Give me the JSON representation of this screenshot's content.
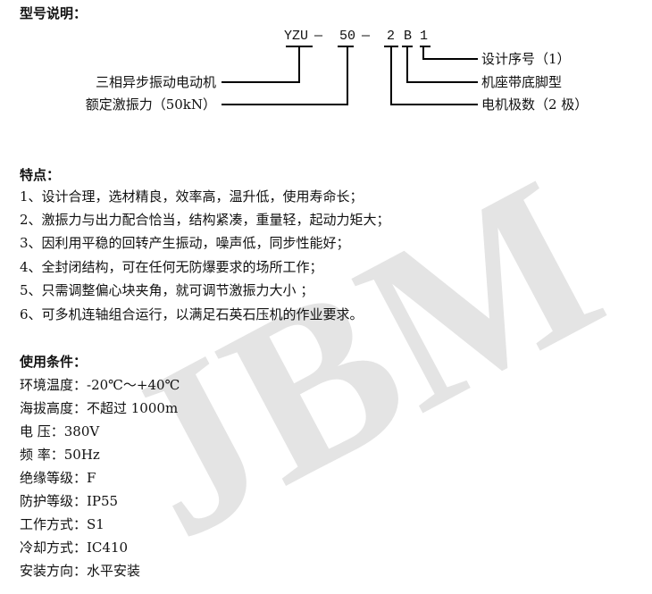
{
  "watermark": "JBM",
  "model": {
    "title": "型号说明：",
    "code_parts": [
      "YZU",
      "—",
      "50",
      "—",
      "2",
      "B",
      "1"
    ],
    "left_labels": [
      "三相异步振动电动机",
      "额定激振力（50kN）"
    ],
    "right_labels": [
      "设计序号（1）",
      "机座带底脚型",
      "电机极数（2 极）"
    ]
  },
  "features": {
    "title": "特点：",
    "items": [
      "1、设计合理，选材精良，效率高，温升低，使用寿命长；",
      "2、激振力与出力配合恰当，结构紧凑，重量轻，起动力矩大；",
      "3、因利用平稳的回转产生振动，噪声低，同步性能好；",
      "4、全封闭结构，可在任何无防爆要求的场所工作；",
      "5、只需调整偏心块夹角，就可调节激振力大小 ；",
      "6、可多机连轴组合运行，以满足石英石压机的作业要求。"
    ]
  },
  "conditions": {
    "title": "使用条件：",
    "items": [
      "环境温度：-20℃～+40℃",
      "海拔高度：不超过 1000m",
      "电  压：380V",
      "频  率：50Hz",
      "绝缘等级：F",
      "防护等级：IP55",
      "工作方式：S1",
      "冷却方式：IC410",
      "安装方向：水平安装"
    ]
  }
}
